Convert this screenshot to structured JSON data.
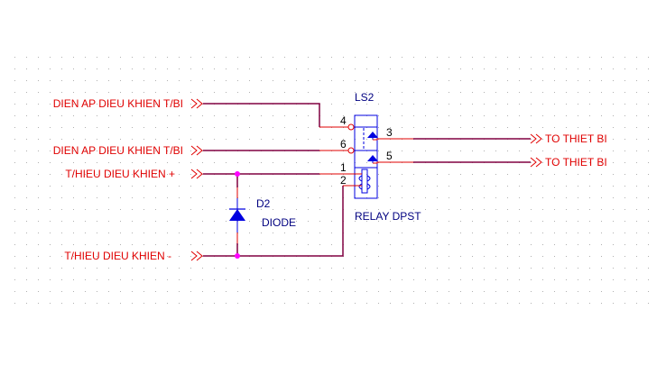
{
  "colors": {
    "wire": "#800040",
    "pin": "#e00000",
    "part": "#0000e0",
    "junction": "#ff00ff",
    "port_text": "#e00000",
    "ref_text": "#000080",
    "grid": "#b0b0b0"
  },
  "ports": {
    "in1": "DIEN AP DIEU KHIEN T/BI",
    "in2": "DIEN AP DIEU KHIEN T/BI",
    "ctrl_plus": "T/HIEU DIEU KHIEN +",
    "ctrl_minus": "T/HIEU DIEU KHIEN -",
    "out1": "TO THIET BI",
    "out2": "TO THIET BI"
  },
  "relay": {
    "ref": "LS2",
    "value": "RELAY DPST",
    "pins": {
      "p4": "4",
      "p6": "6",
      "p1": "1",
      "p2": "2",
      "p3": "3",
      "p5": "5"
    }
  },
  "diode": {
    "ref": "D2",
    "value": "DIODE"
  }
}
